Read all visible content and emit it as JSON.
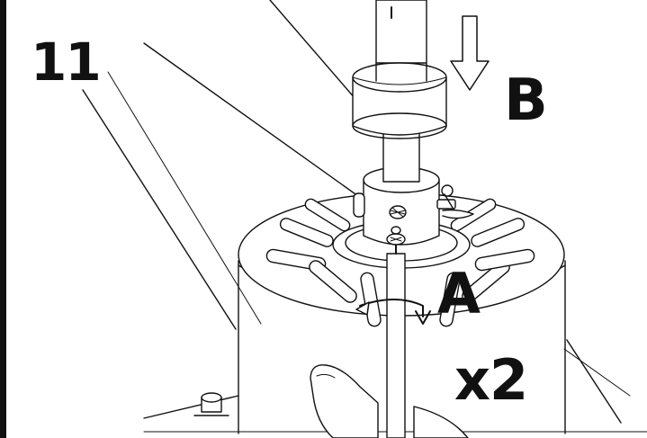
{
  "figure": {
    "step_number": "11",
    "part_label_b": "B",
    "part_label_a": "A",
    "quantity": "x2",
    "colors": {
      "ink": "#111111",
      "paper": "#ffffff"
    },
    "icons": [
      "down-arrow-icon",
      "rotation-arrow-icon",
      "screwdriver-icon",
      "hand-icon",
      "pin-clip-icon"
    ]
  }
}
